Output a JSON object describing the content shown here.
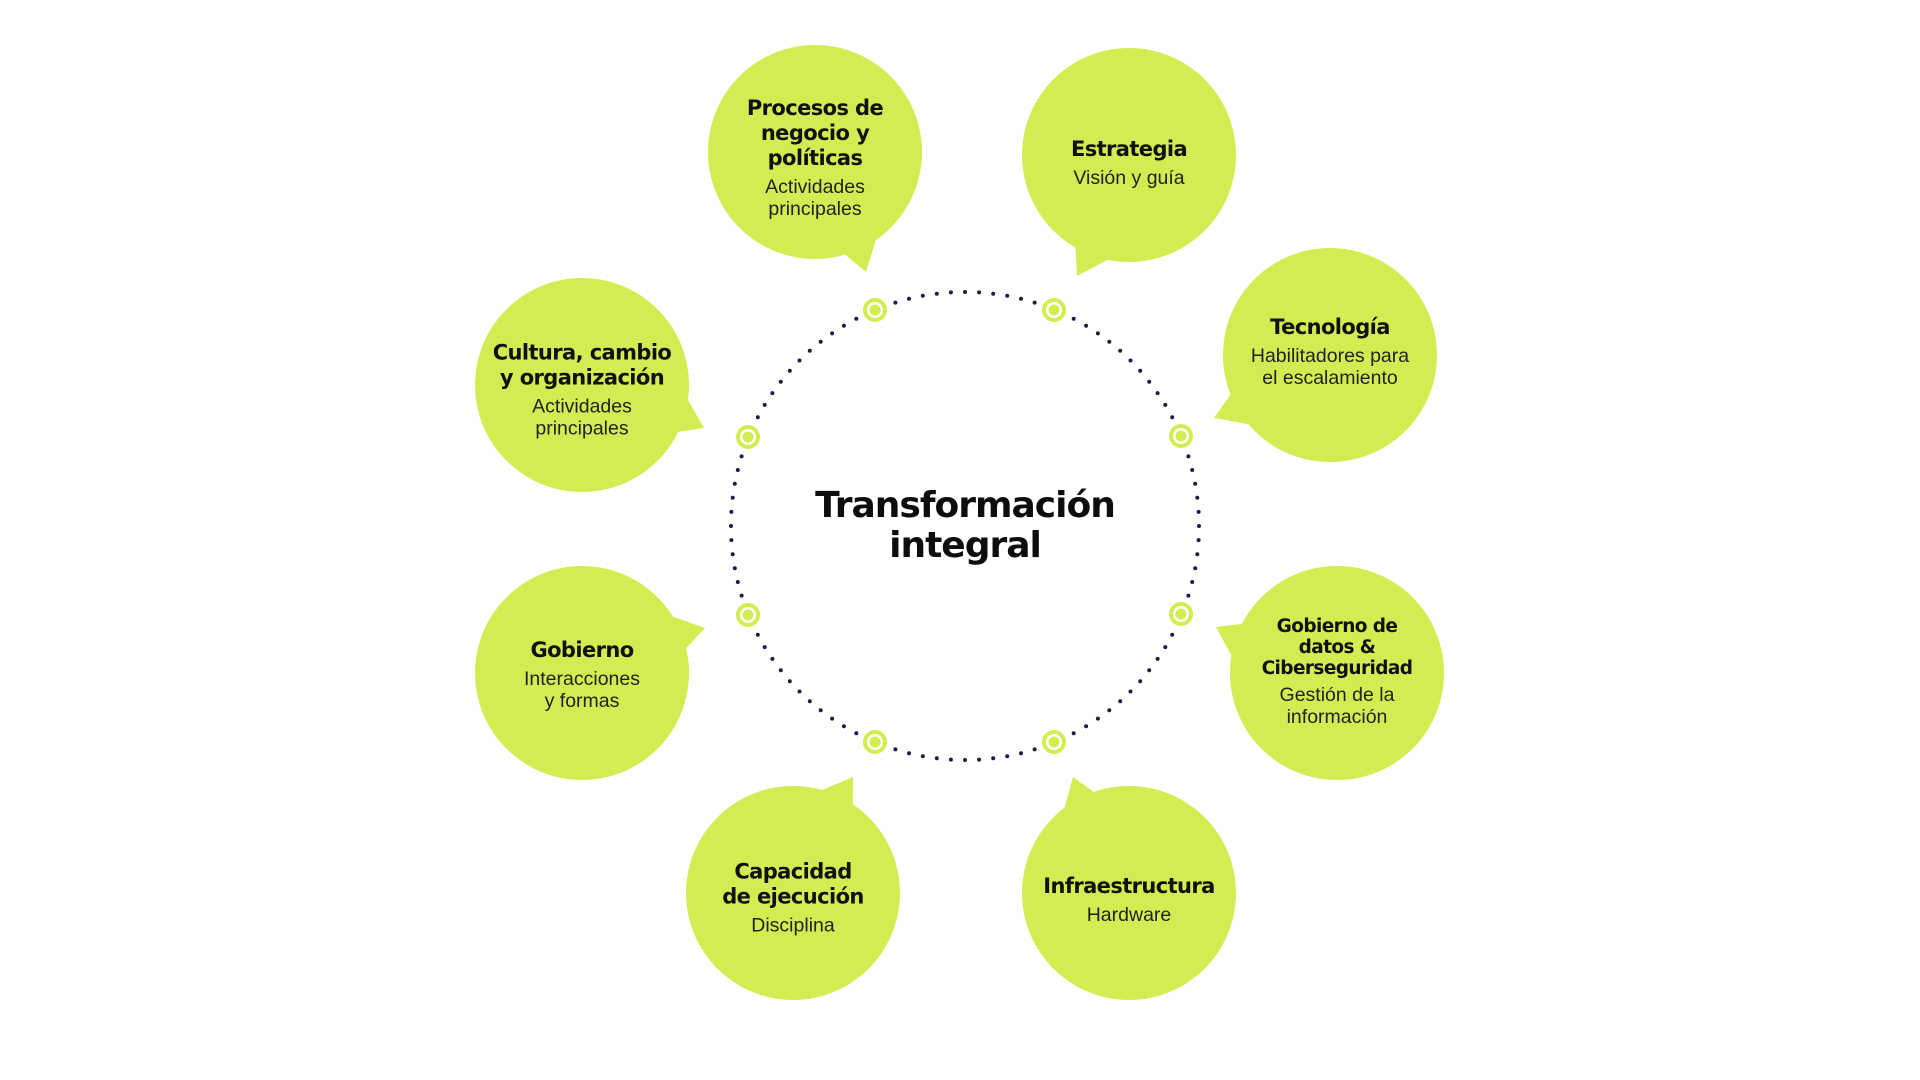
{
  "diagram": {
    "title": "Transformación\nintegral",
    "colors": {
      "bubble": "#d4ec52",
      "node": "#d4ec52",
      "dots": "#1b1b4d",
      "text": "#111111"
    },
    "bubbles": [
      {
        "title": "Procesos de\nnegocio y\npolíticas",
        "subtitle": "Actividades\nprincipales"
      },
      {
        "title": "Estrategia",
        "subtitle": "Visión y guía"
      },
      {
        "title": "Tecnología",
        "subtitle": "Habilitadores para\nel escalamiento"
      },
      {
        "title": "Gobierno de\ndatos &\nCiberseguridad",
        "subtitle": "Gestión de la\ninformación"
      },
      {
        "title": "Infraestructura",
        "subtitle": "Hardware"
      },
      {
        "title": "Capacidad\nde ejecución",
        "subtitle": "Disciplina"
      },
      {
        "title": "Gobierno",
        "subtitle": "Interacciones\ny formas"
      },
      {
        "title": "Cultura, cambio\ny organización",
        "subtitle": "Actividades\nprincipales"
      }
    ]
  }
}
